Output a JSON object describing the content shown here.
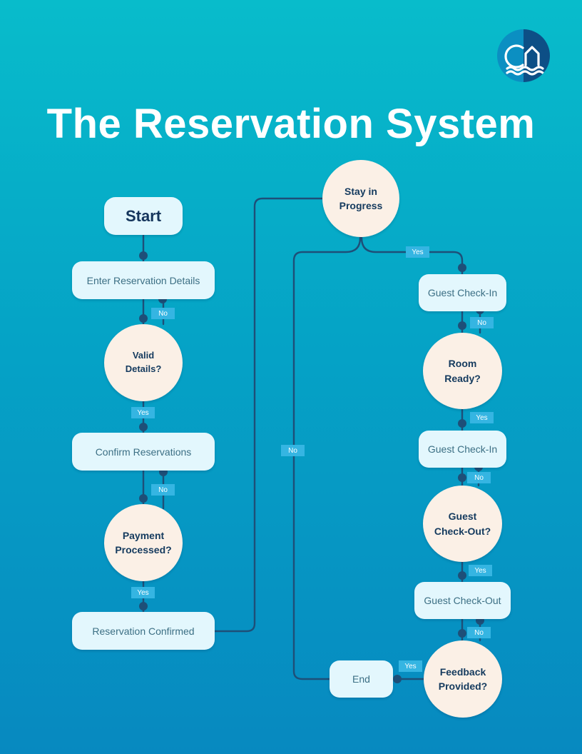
{
  "title": "The Reservation System",
  "logo": {
    "icon": "house-waves-logo-icon"
  },
  "colors": {
    "background_top": "#08bccb",
    "background_bottom": "#0789c0",
    "box_fill": "#e3f7fd",
    "decision_fill": "#fbf0e6",
    "connector": "#1e4f78",
    "tag_fill": "#35b5e2",
    "title_text": "#ffffff"
  },
  "nodes": {
    "start": "Start",
    "enter_details": "Enter Reservation Details",
    "valid_details": "Valid\nDetails?",
    "confirm_reservations": "Confirm Reservations",
    "payment_processed": "Payment\nProcessed?",
    "reservation_confirmed": "Reservation Confirmed",
    "stay_in_progress": "Stay in\nProgress",
    "guest_checkin_1": "Guest Check-In",
    "room_ready": "Room\nReady?",
    "guest_checkin_2": "Guest Check-In",
    "guest_checkout_decision": "Guest\nCheck-Out?",
    "guest_checkout": "Guest Check-Out",
    "feedback_provided": "Feedback\nProvided?",
    "end": "End"
  },
  "branch_labels": {
    "valid_no": "No",
    "valid_yes": "Yes",
    "payment_no": "No",
    "payment_yes": "Yes",
    "stay_yes": "Yes",
    "stay_no": "No",
    "room_no": "No",
    "room_yes": "Yes",
    "checkout_no": "No",
    "checkout_yes": "Yes",
    "feedback_no": "No",
    "feedback_yes": "Yes"
  }
}
